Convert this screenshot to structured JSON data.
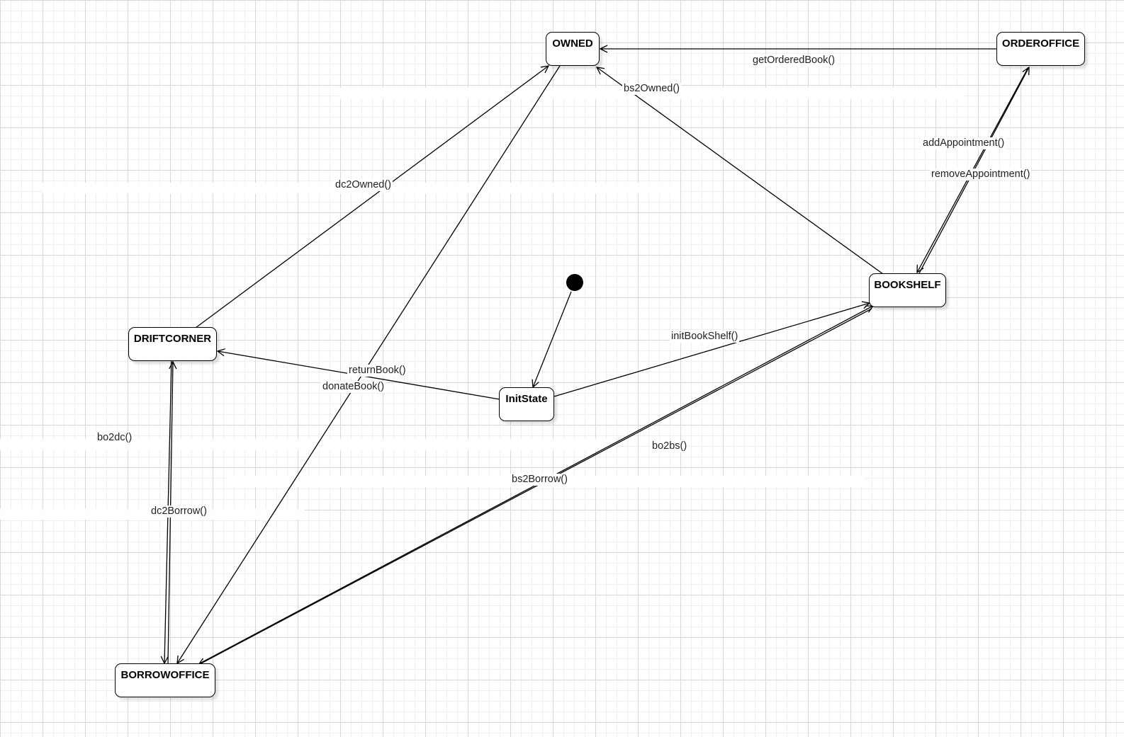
{
  "states": {
    "owned": "OWNED",
    "orderoffice": "ORDEROFFICE",
    "bookshelf": "BOOKSHELF",
    "driftcorner": "DRIFTCORNER",
    "initstate": "InitState",
    "borrowoffice": "BORROWOFFICE"
  },
  "transitions": {
    "getOrderedBook": "getOrderedBook()",
    "bs2Owned": "bs2Owned()",
    "dc2Owned": "dc2Owned()",
    "addAppointment": "addAppointment()",
    "removeAppointment": "removeAppointment()",
    "initBookShelf": "initBookShelf()",
    "returnBook": "returnBook()",
    "donateBook": "donateBook()",
    "bo2dc": "bo2dc()",
    "dc2Borrow": "dc2Borrow()",
    "bo2bs": "bo2bs()",
    "bs2Borrow": "bs2Borrow()"
  }
}
